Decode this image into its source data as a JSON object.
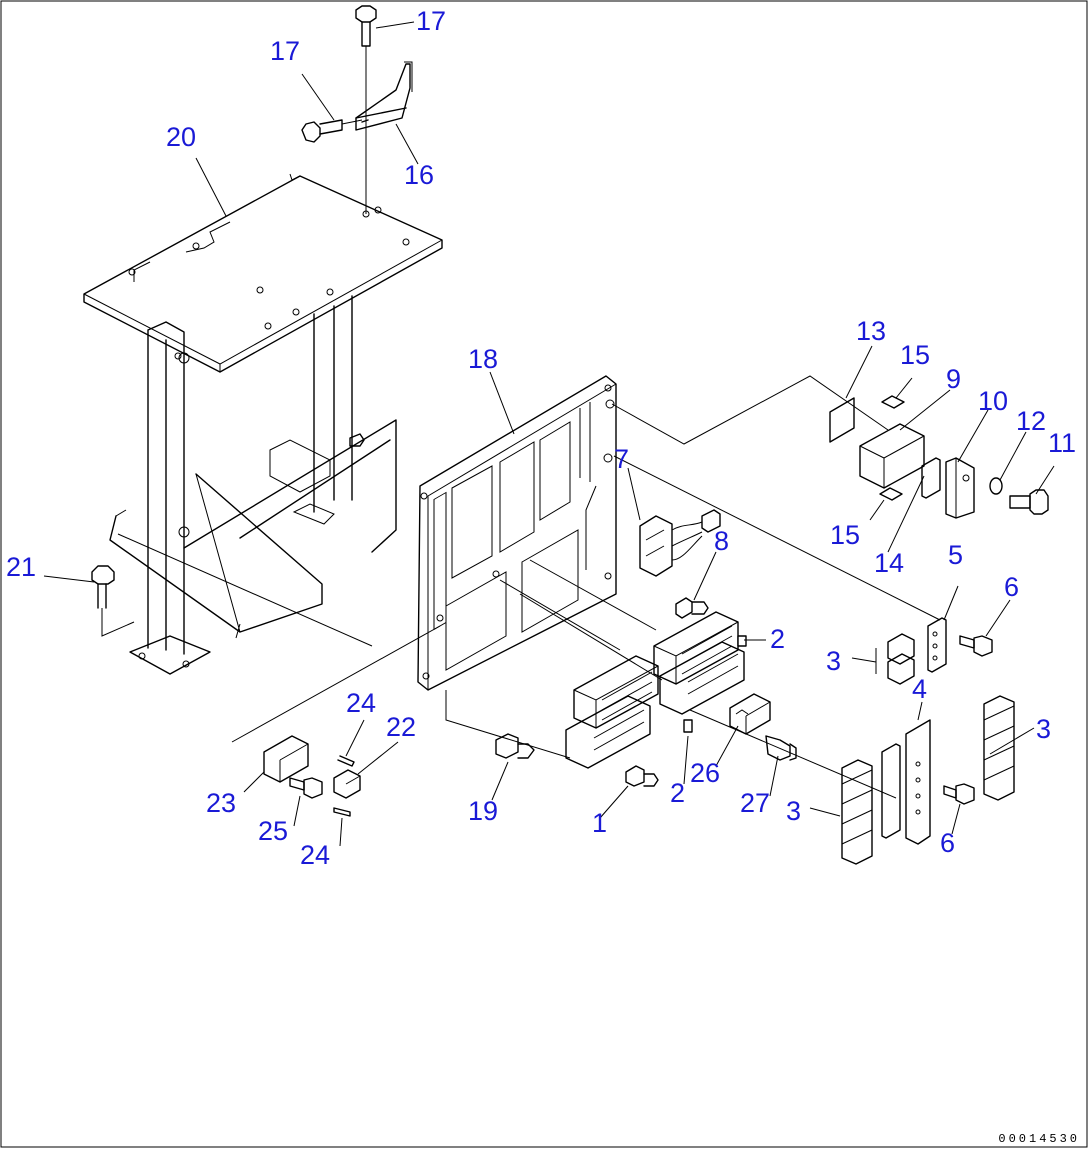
{
  "drawing_code": "00014530",
  "callouts": [
    {
      "id": "c17a",
      "label": "17"
    },
    {
      "id": "c17b",
      "label": "17"
    },
    {
      "id": "c16",
      "label": "16"
    },
    {
      "id": "c20",
      "label": "20"
    },
    {
      "id": "c18",
      "label": "18"
    },
    {
      "id": "c13",
      "label": "13"
    },
    {
      "id": "c15a",
      "label": "15"
    },
    {
      "id": "c9",
      "label": "9"
    },
    {
      "id": "c10",
      "label": "10"
    },
    {
      "id": "c12",
      "label": "12"
    },
    {
      "id": "c11",
      "label": "11"
    },
    {
      "id": "c15b",
      "label": "15"
    },
    {
      "id": "c14",
      "label": "14"
    },
    {
      "id": "c7",
      "label": "7"
    },
    {
      "id": "c8",
      "label": "8"
    },
    {
      "id": "c21",
      "label": "21"
    },
    {
      "id": "c5",
      "label": "5"
    },
    {
      "id": "c6a",
      "label": "6"
    },
    {
      "id": "c2a",
      "label": "2"
    },
    {
      "id": "c3a",
      "label": "3"
    },
    {
      "id": "c4",
      "label": "4"
    },
    {
      "id": "c3b",
      "label": "3"
    },
    {
      "id": "c24a",
      "label": "24"
    },
    {
      "id": "c22",
      "label": "22"
    },
    {
      "id": "c23",
      "label": "23"
    },
    {
      "id": "c19",
      "label": "19"
    },
    {
      "id": "c26",
      "label": "26"
    },
    {
      "id": "c2b",
      "label": "2"
    },
    {
      "id": "c27",
      "label": "27"
    },
    {
      "id": "c1",
      "label": "1"
    },
    {
      "id": "c3c",
      "label": "3"
    },
    {
      "id": "c25",
      "label": "25"
    },
    {
      "id": "c24b",
      "label": "24"
    },
    {
      "id": "c6b",
      "label": "6"
    }
  ]
}
